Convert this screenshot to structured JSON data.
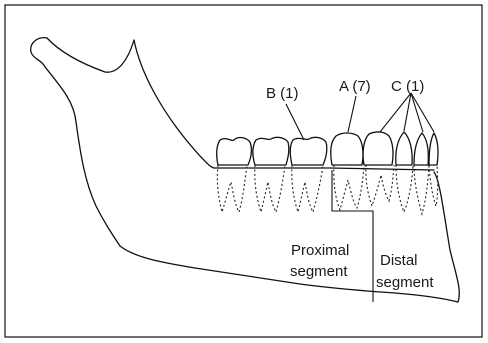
{
  "labels": {
    "b": "B (1)",
    "a": "A (7)",
    "c": "C (1)",
    "proximal_1": "Proximal",
    "proximal_2": "segment",
    "distal_1": "Distal",
    "distal_2": "segment"
  }
}
